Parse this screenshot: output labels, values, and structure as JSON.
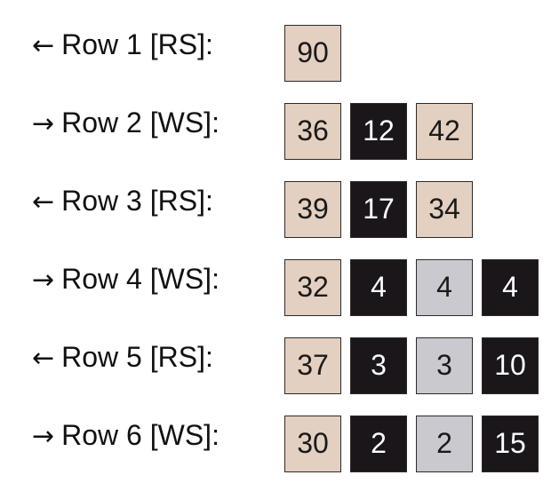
{
  "rows": [
    {
      "arrow": "←",
      "label": "Row 1 [RS]:",
      "cells": [
        {
          "value": "90",
          "style": 0
        }
      ]
    },
    {
      "arrow": "→",
      "label": "Row 2 [WS]:",
      "cells": [
        {
          "value": "36",
          "style": 0
        },
        {
          "value": "12",
          "style": 1
        },
        {
          "value": "42",
          "style": 0
        }
      ]
    },
    {
      "arrow": "←",
      "label": "Row 3 [RS]:",
      "cells": [
        {
          "value": "39",
          "style": 0
        },
        {
          "value": "17",
          "style": 1
        },
        {
          "value": "34",
          "style": 0
        }
      ]
    },
    {
      "arrow": "→",
      "label": "Row 4 [WS]:",
      "cells": [
        {
          "value": "32",
          "style": 0
        },
        {
          "value": "4",
          "style": 1
        },
        {
          "value": "4",
          "style": 2
        },
        {
          "value": "4",
          "style": 1
        }
      ]
    },
    {
      "arrow": "←",
      "label": "Row 5 [RS]:",
      "cells": [
        {
          "value": "37",
          "style": 0
        },
        {
          "value": "3",
          "style": 1
        },
        {
          "value": "3",
          "style": 2
        },
        {
          "value": "10",
          "style": 1
        }
      ]
    },
    {
      "arrow": "→",
      "label": "Row 6 [WS]:",
      "cells": [
        {
          "value": "30",
          "style": 0
        },
        {
          "value": "2",
          "style": 1
        },
        {
          "value": "2",
          "style": 2
        },
        {
          "value": "15",
          "style": 1
        }
      ]
    }
  ],
  "cell_colors": [
    "#e4d0c0",
    "#1b161a",
    "#c9c9cf"
  ]
}
